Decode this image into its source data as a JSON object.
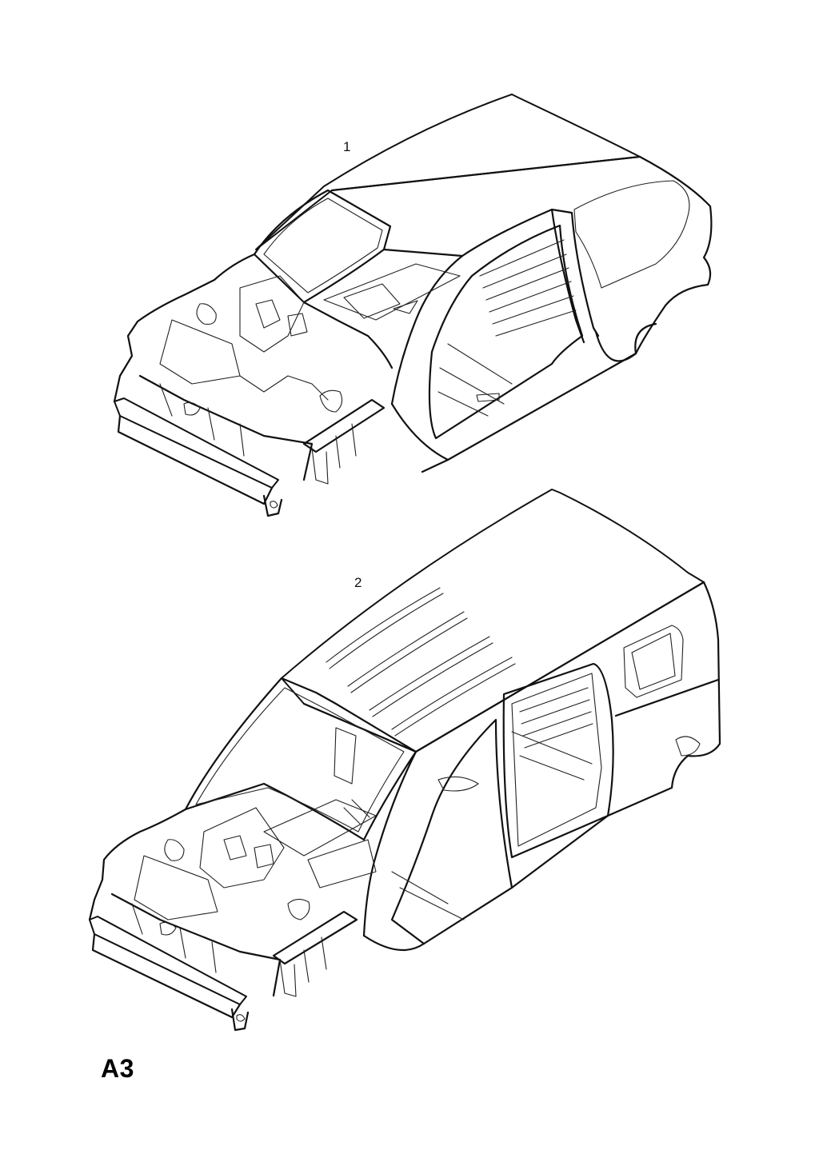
{
  "callouts": [
    {
      "id": "1",
      "label": "1"
    },
    {
      "id": "2",
      "label": "2"
    }
  ],
  "page_code": "A3"
}
